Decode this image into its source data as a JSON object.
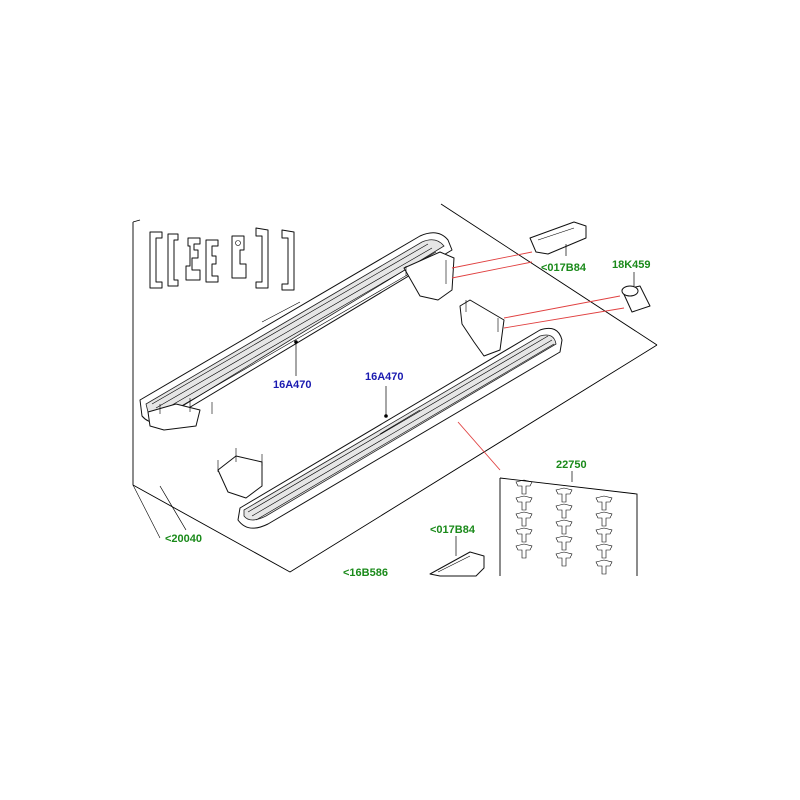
{
  "labels": {
    "running_board_rear": "16A470",
    "running_board_front": "16A470",
    "clip_upper": "<017B84",
    "bushing": "18K459",
    "fastener_kit": "22750",
    "step_kit": "<20040",
    "clip_lower": "<017B84",
    "bracket_lower": "<16B586"
  },
  "colors": {
    "part_number_green": "#1a8a1a",
    "part_number_blue": "#1a1ab0",
    "leader_red": "#e04040"
  }
}
